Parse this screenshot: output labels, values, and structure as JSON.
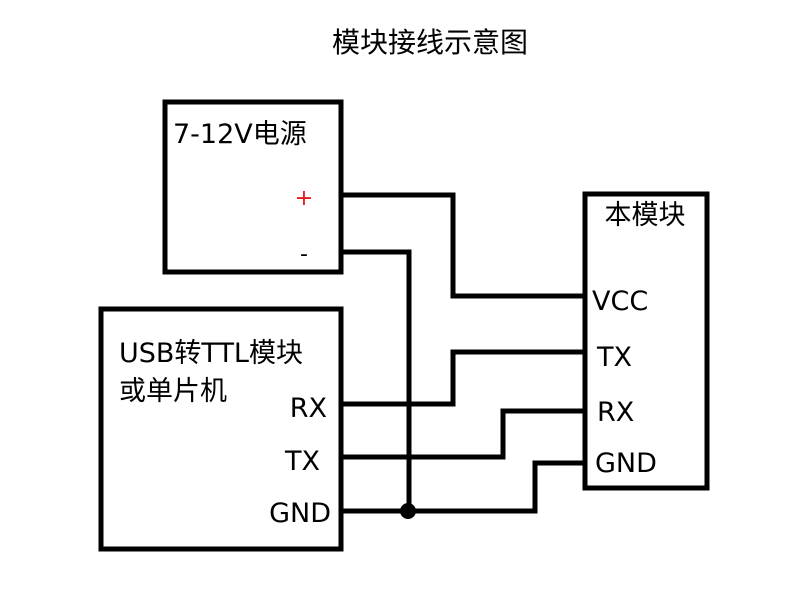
{
  "title": "模块接线示意图",
  "power_supply": {
    "label": "7-12V电源",
    "plus_label": "+",
    "minus_label": "-",
    "plus_color": "#e8161b"
  },
  "usb_module": {
    "label_line1": "USB转TTL模块",
    "label_line2": "或单片机",
    "pins": [
      "RX",
      "TX",
      "GND"
    ]
  },
  "this_module": {
    "label": "本模块",
    "pins": [
      "VCC",
      "TX",
      "RX",
      "GND"
    ]
  },
  "connections": [
    {
      "from": "电源 +",
      "to": "本模块 VCC"
    },
    {
      "from": "电源 -",
      "to": "GND (共地)"
    },
    {
      "from": "USB RX",
      "to": "本模块 TX"
    },
    {
      "from": "USB TX",
      "to": "本模块 RX"
    },
    {
      "from": "USB GND",
      "to": "本模块 GND"
    }
  ],
  "colors": {
    "line": "#000000",
    "background": "#ffffff"
  }
}
